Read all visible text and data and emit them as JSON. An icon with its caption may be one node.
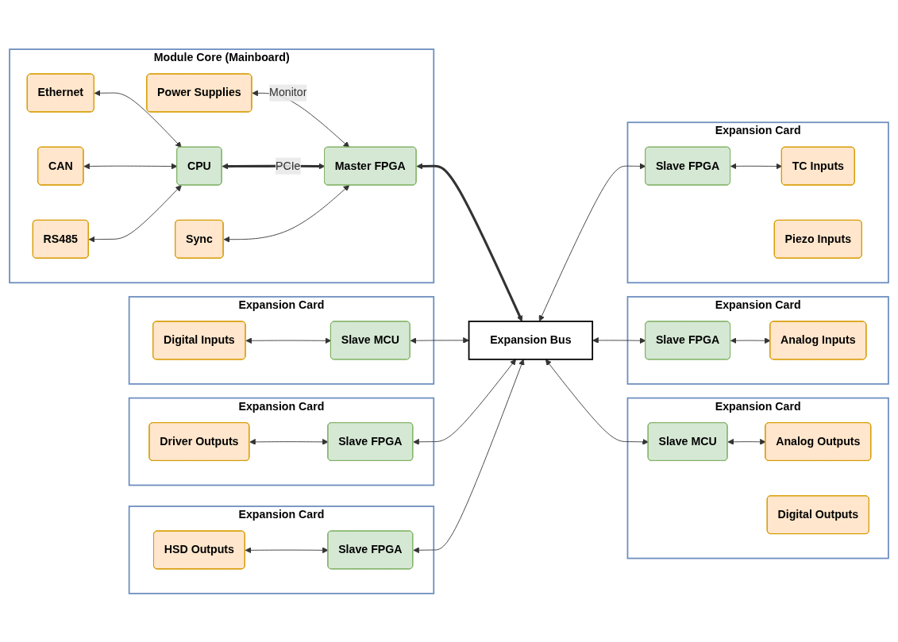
{
  "diagram": {
    "nodes": [
      {
        "text": [
          "Module Core (Mainboard)"
        ]
      },
      {
        "text": [
          "Power Supplies"
        ],
        "in": 0
      },
      {
        "text": [
          "Ethernet"
        ],
        "in": 0
      },
      {
        "text": [
          "CAN"
        ],
        "in": 0
      },
      {
        "text": [
          "RS485"
        ],
        "in": 0
      },
      {
        "text": [
          "CPU"
        ],
        "in": 0
      },
      {
        "text": [
          "Master FPGA"
        ],
        "in": 0
      },
      {
        "text": [
          "Sync"
        ],
        "in": 0
      },
      {
        "text": [
          "Expansion Card"
        ]
      },
      {
        "text": [
          "Digital Inputs"
        ],
        "in": 8
      },
      {
        "text": [
          "Slave MCU"
        ],
        "in": 8
      },
      {
        "text": [
          "Expansion Card"
        ]
      },
      {
        "text": [
          "Driver Outputs"
        ],
        "in": 11
      },
      {
        "text": [
          "Slave FPGA"
        ],
        "in": 11
      },
      {
        "text": [
          "Expansion Card"
        ]
      },
      {
        "text": [
          "HSD Outputs"
        ],
        "in": 14
      },
      {
        "text": [
          "Slave FPGA"
        ],
        "in": 14
      },
      {
        "text": [
          "Expansion Bus"
        ]
      },
      {
        "text": [
          "Expansion Card"
        ]
      },
      {
        "text": [
          "Slave MCU"
        ],
        "in": 18
      },
      {
        "text": [
          "Analog Outputs"
        ],
        "in": 18
      },
      {
        "text": [
          "Digital Outputs"
        ],
        "in": 18
      },
      {
        "text": [
          "Expansion Card"
        ]
      },
      {
        "text": [
          "Slave FPGA"
        ],
        "in": 22
      },
      {
        "text": [
          "Analog Inputs"
        ],
        "in": 22
      },
      {
        "text": [
          "Expansion Card"
        ]
      },
      {
        "text": [
          "Slave FPGA"
        ],
        "in": 25
      },
      {
        "text": [
          "TC Inputs"
        ],
        "in": 25
      },
      {
        "text": [
          "Piezo Inputs"
        ],
        "in": 25
      }
    ],
    "edges": [
      {
        "from": 1,
        "to": 6,
        "arrow": "both",
        "label": "Monitor"
      },
      {
        "from": 2,
        "to": 5,
        "arrow": "both"
      },
      {
        "from": 3,
        "to": 5,
        "arrow": "both"
      },
      {
        "from": 4,
        "to": 5,
        "arrow": "both"
      },
      {
        "from": 5,
        "to": 6,
        "arrow": "both",
        "label": "PCIe",
        "style": "thick"
      },
      {
        "from": 7,
        "to": 6,
        "arrow": "both"
      },
      {
        "from": 6,
        "to": 17,
        "arrow": "both",
        "style": "thick"
      },
      {
        "from": 9,
        "to": 10,
        "arrow": "both"
      },
      {
        "from": 12,
        "to": 13,
        "arrow": "both"
      },
      {
        "from": 15,
        "to": 16,
        "arrow": "both"
      },
      {
        "from": 10,
        "to": 17,
        "arrow": "both"
      },
      {
        "from": 13,
        "to": 17,
        "arrow": "both"
      },
      {
        "from": 16,
        "to": 17,
        "arrow": "both"
      },
      {
        "from": 17,
        "to": 19,
        "arrow": "both"
      },
      {
        "from": 17,
        "to": 23,
        "arrow": "both"
      },
      {
        "from": 17,
        "to": 26,
        "arrow": "both"
      },
      {
        "from": 19,
        "to": 20,
        "arrow": "both"
      },
      {
        "from": 23,
        "to": 24,
        "arrow": "both"
      },
      {
        "from": 26,
        "to": 27,
        "arrow": "both"
      }
    ]
  }
}
